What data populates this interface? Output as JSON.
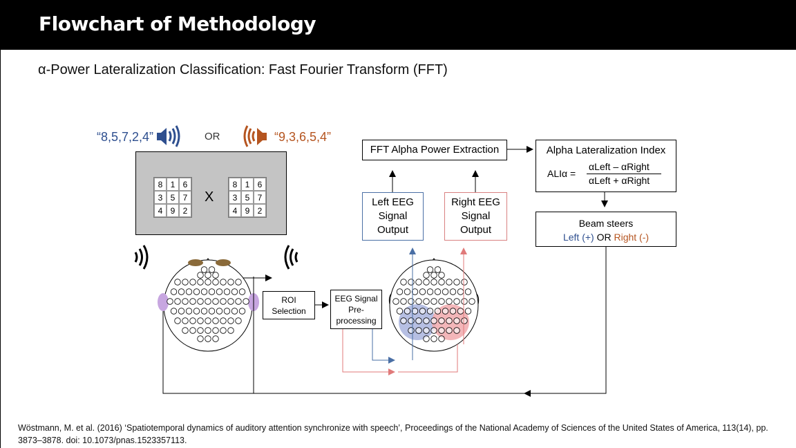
{
  "header": {
    "title": "Flowchart of Methodology"
  },
  "subtitle": "α-Power Lateralization Classification: Fast Fourier Transform (FFT)",
  "stimuli": {
    "left_digits": "“8,5,7,2,4”",
    "or": "OR",
    "right_digits": "“9,3,6,5,4”",
    "left_color": "#2e4f8f",
    "right_color": "#b5541f"
  },
  "screen": {
    "grid_left": [
      "8",
      "1",
      "6",
      "3",
      "5",
      "7",
      "4",
      "9",
      "2"
    ],
    "grid_right": [
      "8",
      "1",
      "6",
      "3",
      "5",
      "7",
      "4",
      "9",
      "2"
    ],
    "times": "X"
  },
  "boxes": {
    "roi": [
      "ROI",
      "Selection"
    ],
    "preprocessing": [
      "EEG Signal",
      "Pre-",
      "processing"
    ],
    "left_eeg": [
      "Left EEG",
      "Signal",
      "Output"
    ],
    "right_eeg": [
      "Right EEG",
      "Signal",
      "Output"
    ],
    "fft": "FFT Alpha Power Extraction",
    "ali_title": "Alpha Lateralization Index",
    "ali_lhs": "ALIα  =",
    "ali_numerator": "αLeft – αRight",
    "ali_denominator": "αLeft + αRight",
    "beam_line1": "Beam steers",
    "beam_left": "Left (+)",
    "beam_or": " OR ",
    "beam_right": "Right (-)"
  },
  "reference": "Wöstmann, M. et al. (2016) ‘Spatiotemporal dynamics of auditory attention synchronize with speech’, Proceedings of the National Academy of Sciences of the United States of America, 113(14), pp. 3873–3878. doi: 10.1073/pnas.1523357113.",
  "colors": {
    "left_region": "#a9b4de",
    "right_region": "#f1a9ad",
    "left_arrow": "#4a6fa5",
    "right_arrow": "#e07a7a",
    "ear": "#c7a6e0",
    "eye": "#8a6a3a"
  }
}
